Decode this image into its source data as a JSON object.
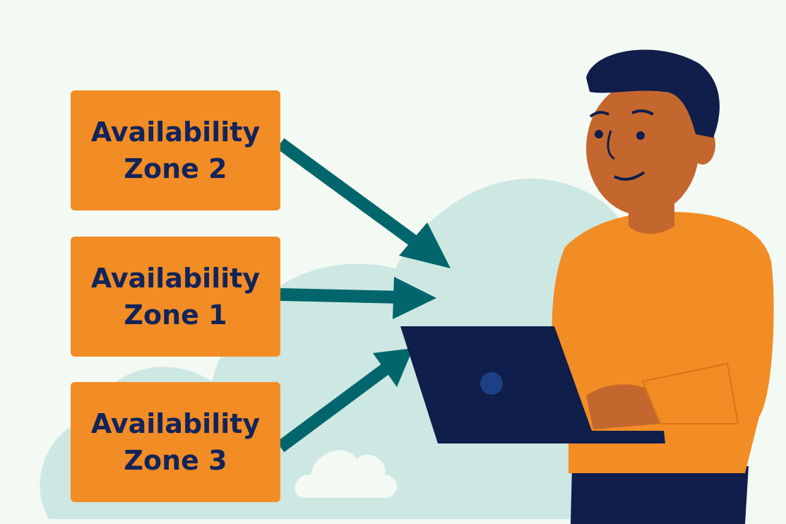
{
  "zones": [
    {
      "line1": "Availability",
      "line2": "Zone 2"
    },
    {
      "line1": "Availability",
      "line2": "Zone 1"
    },
    {
      "line1": "Availability",
      "line2": "Zone 3"
    }
  ],
  "colors": {
    "background": "#f3f9f3",
    "box": "#f28c24",
    "text": "#12245a",
    "arrow": "#00666b",
    "cloud": "#cde7e3",
    "laptop": "#0f1e4a",
    "skin": "#c4672f",
    "hair": "#0f1e4a",
    "sweater": "#f28c24"
  }
}
